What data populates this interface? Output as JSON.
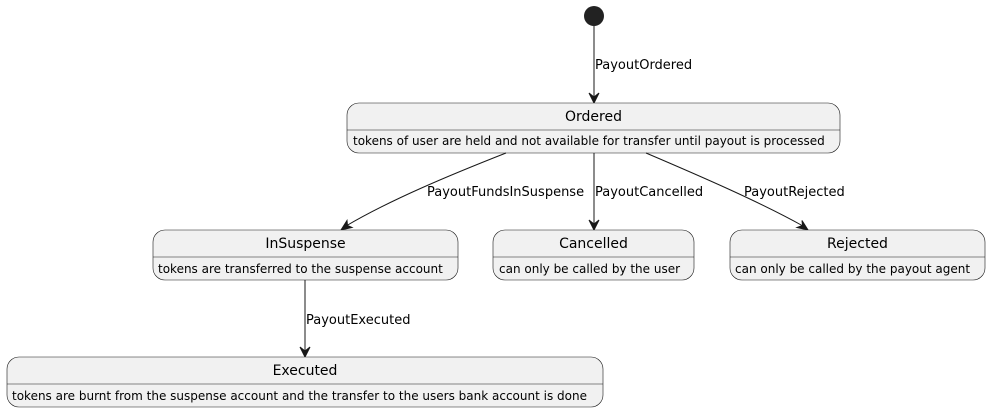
{
  "states": {
    "ordered": {
      "title": "Ordered",
      "description": "tokens of user are held and not available for transfer until payout is processed"
    },
    "insuspense": {
      "title": "InSuspense",
      "description": "tokens are transferred to the suspense account"
    },
    "cancelled": {
      "title": "Cancelled",
      "description": "can only be called by the user"
    },
    "rejected": {
      "title": "Rejected",
      "description": "can only be called by the payout agent"
    },
    "executed": {
      "title": "Executed",
      "description": "tokens are burnt from the suspense account and the transfer to the users bank account is done"
    }
  },
  "transitions": {
    "payout_ordered": "PayoutOrdered",
    "payout_funds_in_suspense": "PayoutFundsInSuspense",
    "payout_cancelled": "PayoutCancelled",
    "payout_rejected": "PayoutRejected",
    "payout_executed": "PayoutExecuted"
  }
}
